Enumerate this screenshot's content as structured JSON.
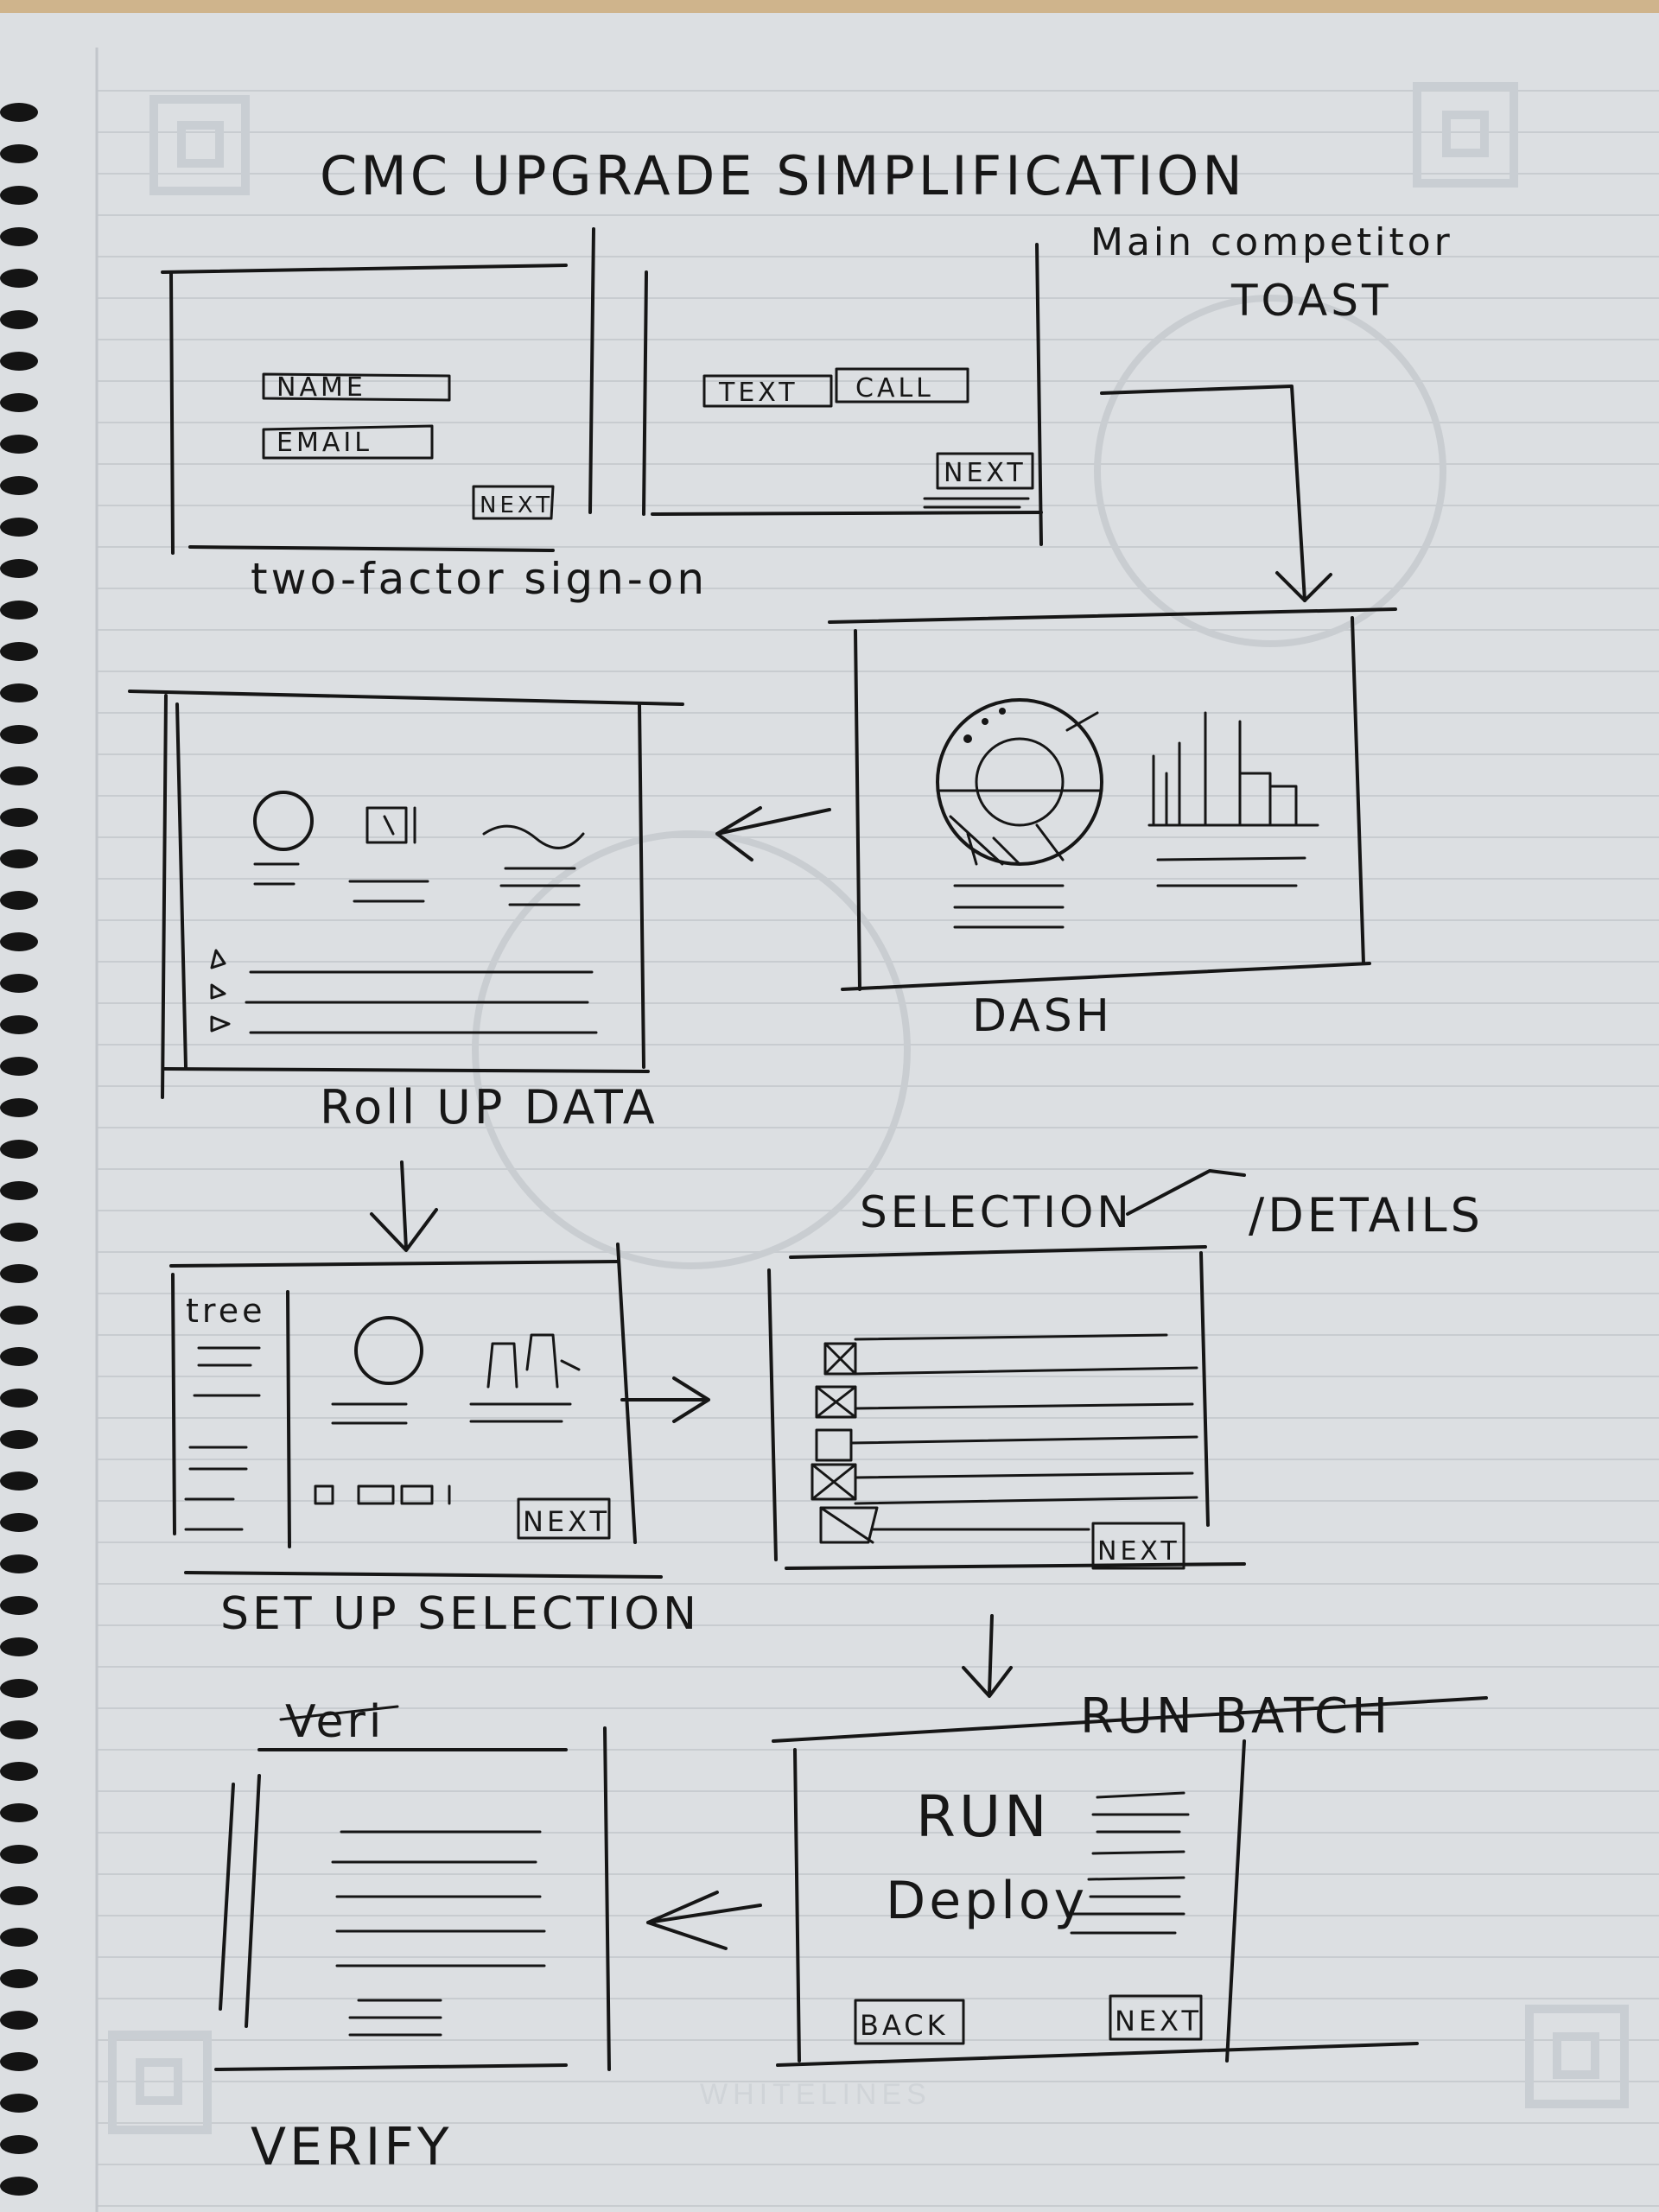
{
  "title": "CMC UPGRADE SIMPLIFICATION",
  "competitor_note": {
    "line1": "Main competitor",
    "line2": "TOAST"
  },
  "steps": {
    "signon": {
      "caption": "two-factor sign-on",
      "name_field": "NAME",
      "email_field": "EMAIL",
      "text_button": "TEXT",
      "call_button": "CALL",
      "next_button_1": "NEXT",
      "next_button_2": "NEXT"
    },
    "dash": {
      "caption": "DASH"
    },
    "rollup": {
      "caption": "Roll UP DATA"
    },
    "setup": {
      "caption": "SET UP SELECTION",
      "tree_label": "tree",
      "next_button": "NEXT"
    },
    "selection": {
      "caption": "SELECTION",
      "caption2": "/DETAILS",
      "next_button": "NEXT"
    },
    "runbatch": {
      "caption": "RUN BATCH",
      "run_label": "RUN",
      "deploy_label": "Deploy",
      "back_button": "BACK",
      "next_button": "NEXT"
    },
    "verify": {
      "caption": "VERIFY",
      "header": "Veri"
    }
  },
  "watermark": "WHITELINES"
}
